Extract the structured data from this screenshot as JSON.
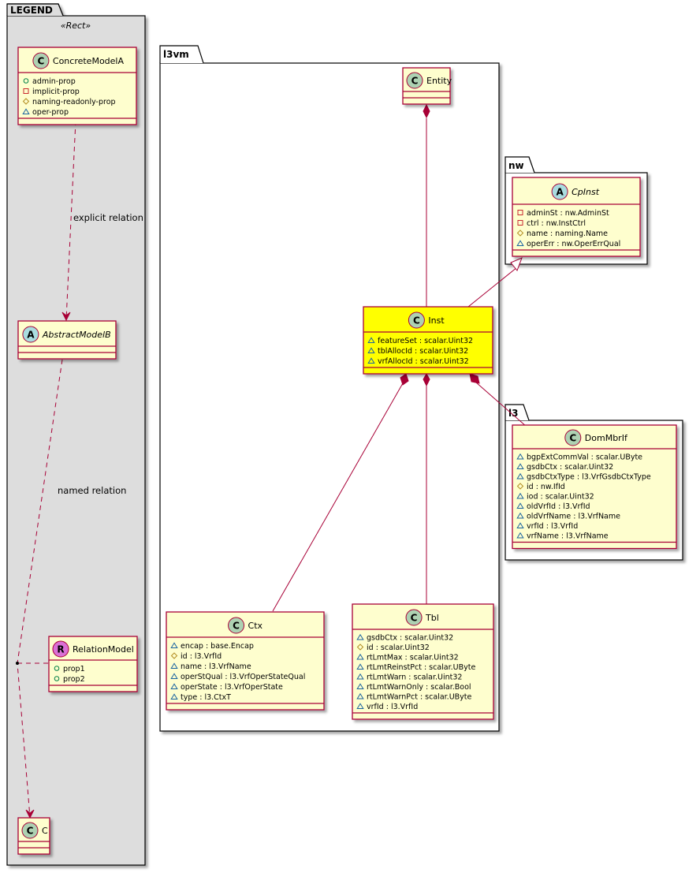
{
  "packages": {
    "legend": {
      "label": "LEGEND",
      "stereotype": "«Rect»"
    },
    "l3vm": {
      "label": "l3vm"
    },
    "nw": {
      "label": "nw"
    },
    "l3": {
      "label": "l3"
    }
  },
  "colors": {
    "class_fill": "#FEFECE",
    "class_border": "#A80036",
    "highlight_fill": "#FFFF00",
    "legend_bg": "#DDDDDD",
    "class_icon": "#ADD1B2",
    "abstract_icon": "#A9DCDF",
    "relation_icon": "#DA70D6",
    "edge": "#A80036"
  },
  "visibility_icons": {
    "public": "circle-outline",
    "private": "square-outline",
    "protected": "diamond-outline",
    "package": "triangle-outline"
  },
  "classes": {
    "concreteA": {
      "kind": "C",
      "name": "ConcreteModelA",
      "attrs": [
        {
          "vis": "public",
          "text": "admin-prop"
        },
        {
          "vis": "private",
          "text": "implicit-prop"
        },
        {
          "vis": "protected",
          "text": "naming-readonly-prop"
        },
        {
          "vis": "package",
          "text": "oper-prop"
        }
      ]
    },
    "abstractB": {
      "kind": "A",
      "name": "AbstractModelB",
      "attrs": []
    },
    "relationModel": {
      "kind": "R",
      "name": "RelationModel",
      "attrs": [
        {
          "vis": "public",
          "text": "prop1"
        },
        {
          "vis": "public",
          "text": "prop2"
        }
      ]
    },
    "c": {
      "kind": "C",
      "name": "C",
      "attrs": []
    },
    "entity": {
      "kind": "C",
      "name": "Entity",
      "attrs": []
    },
    "cpInst": {
      "kind": "A",
      "name": "CpInst",
      "attrs": [
        {
          "vis": "private",
          "text": "adminSt : nw.AdminSt"
        },
        {
          "vis": "private",
          "text": "ctrl : nw.InstCtrl"
        },
        {
          "vis": "protected",
          "text": "name : naming.Name"
        },
        {
          "vis": "package",
          "text": "operErr : nw.OperErrQual"
        }
      ]
    },
    "inst": {
      "kind": "C",
      "name": "Inst",
      "attrs": [
        {
          "vis": "package",
          "text": "featureSet : scalar.Uint32"
        },
        {
          "vis": "package",
          "text": "tblAllocId : scalar.Uint32"
        },
        {
          "vis": "package",
          "text": "vrfAllocId : scalar.Uint32"
        }
      ]
    },
    "domMbrIf": {
      "kind": "C",
      "name": "DomMbrIf",
      "attrs": [
        {
          "vis": "package",
          "text": "bgpExtCommVal : scalar.UByte"
        },
        {
          "vis": "package",
          "text": "gsdbCtx : scalar.Uint32"
        },
        {
          "vis": "package",
          "text": "gsdbCtxType : l3.VrfGsdbCtxType"
        },
        {
          "vis": "protected",
          "text": "id : nw.IfId"
        },
        {
          "vis": "package",
          "text": "iod : scalar.Uint32"
        },
        {
          "vis": "package",
          "text": "oldVrfId : l3.VrfId"
        },
        {
          "vis": "package",
          "text": "oldVrfName : l3.VrfName"
        },
        {
          "vis": "package",
          "text": "vrfId : l3.VrfId"
        },
        {
          "vis": "package",
          "text": "vrfName : l3.VrfName"
        }
      ]
    },
    "ctx": {
      "kind": "C",
      "name": "Ctx",
      "attrs": [
        {
          "vis": "package",
          "text": "encap : base.Encap"
        },
        {
          "vis": "protected",
          "text": "id : l3.VrfId"
        },
        {
          "vis": "package",
          "text": "name : l3.VrfName"
        },
        {
          "vis": "package",
          "text": "operStQual : l3.VrfOperStateQual"
        },
        {
          "vis": "package",
          "text": "operState : l3.VrfOperState"
        },
        {
          "vis": "package",
          "text": "type : l3.CtxT"
        }
      ]
    },
    "tbl": {
      "kind": "C",
      "name": "Tbl",
      "attrs": [
        {
          "vis": "package",
          "text": "gsdbCtx : scalar.Uint32"
        },
        {
          "vis": "protected",
          "text": "id : scalar.Uint32"
        },
        {
          "vis": "package",
          "text": "rtLmtMax : scalar.Uint32"
        },
        {
          "vis": "package",
          "text": "rtLmtReinstPct : scalar.UByte"
        },
        {
          "vis": "package",
          "text": "rtLmtWarn : scalar.Uint32"
        },
        {
          "vis": "package",
          "text": "rtLmtWarnOnly : scalar.Bool"
        },
        {
          "vis": "package",
          "text": "rtLmtWarnPct : scalar.UByte"
        },
        {
          "vis": "package",
          "text": "vrfId : l3.VrfId"
        }
      ]
    }
  },
  "relations": {
    "explicit": "explicit relation",
    "named": "named relation"
  }
}
